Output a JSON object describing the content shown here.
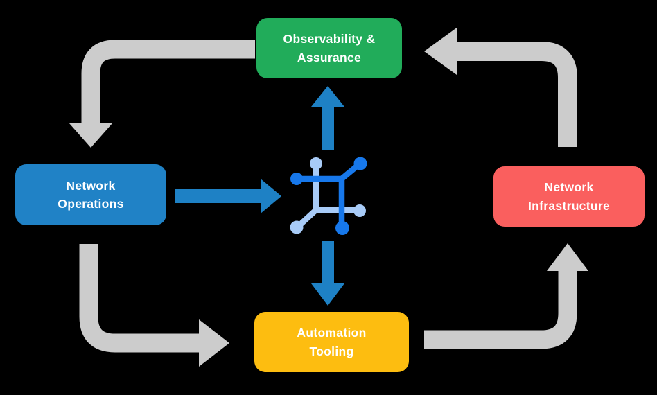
{
  "diagram": {
    "type": "cycle-flow",
    "nodes": [
      {
        "id": "observability",
        "label_line1": "Observability &",
        "label_line2": "Assurance",
        "color": "#21AC5A"
      },
      {
        "id": "operations",
        "label_line1": "Network",
        "label_line2": "Operations",
        "color": "#2082C6"
      },
      {
        "id": "infrastructure",
        "label_line1": "Network",
        "label_line2": "Infrastructure",
        "color": "#FA5F5E"
      },
      {
        "id": "automation",
        "label_line1": "Automation",
        "label_line2": "Tooling",
        "color": "#FDBD10"
      }
    ],
    "center_icon": "network-hub-icon",
    "connections": [
      {
        "from": "Observability & Assurance",
        "to": "Network Operations",
        "style": "gray-cycle-arrow"
      },
      {
        "from": "Network Infrastructure",
        "to": "Observability & Assurance",
        "style": "gray-cycle-arrow"
      },
      {
        "from": "Network Operations",
        "to": "Automation Tooling",
        "style": "gray-cycle-arrow"
      },
      {
        "from": "Automation Tooling",
        "to": "Network Infrastructure",
        "style": "gray-cycle-arrow"
      },
      {
        "from": "Network Operations",
        "to": "network-hub-icon",
        "style": "blue-arrow"
      },
      {
        "from": "network-hub-icon",
        "to": "Observability & Assurance",
        "style": "blue-arrow"
      },
      {
        "from": "network-hub-icon",
        "to": "Automation Tooling",
        "style": "blue-arrow"
      }
    ]
  },
  "colors": {
    "background": "#000000",
    "flow_arrow_gray": "#CCCCCC",
    "data_arrow_blue": "#1E81C5",
    "icon_blue_dark": "#1778EB",
    "icon_blue_light": "#A8CBF7",
    "label_text": "#FFFFFF"
  }
}
